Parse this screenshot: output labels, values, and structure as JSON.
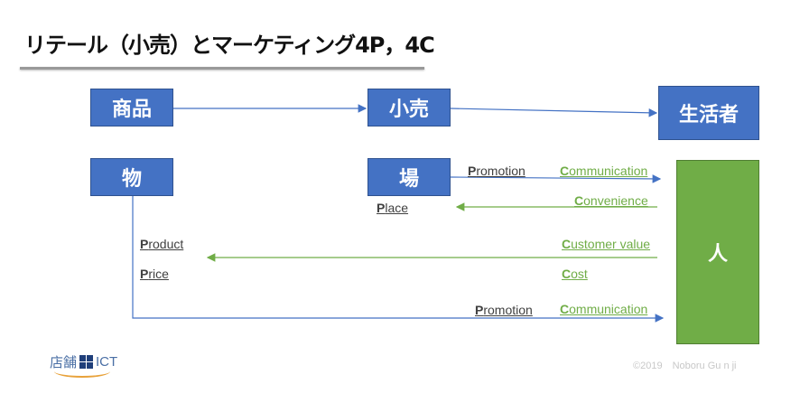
{
  "title": "リテール（小売）とマーケティング4P，4C",
  "boxes": {
    "shohin": "商品",
    "kouri": "小売",
    "seikatsusha": "生活者",
    "mono": "物",
    "ba": "場",
    "hito": "人"
  },
  "labels_4p": {
    "promotion_top": "Promotion",
    "place": "Place",
    "product": "Product",
    "price": "Price",
    "promotion_bottom": "Promotion"
  },
  "labels_4c": {
    "communication_top": "Communication",
    "convenience": "Convenience",
    "customer_value": "Customer value",
    "cost": "Cost",
    "communication_bottom": "Communication"
  },
  "logo": {
    "text_jp": "店舗",
    "text_ict": "ICT"
  },
  "copyright": "©2019　Noboru Gu n ji",
  "colors": {
    "blue": "#4472C4",
    "green": "#70AD47"
  }
}
